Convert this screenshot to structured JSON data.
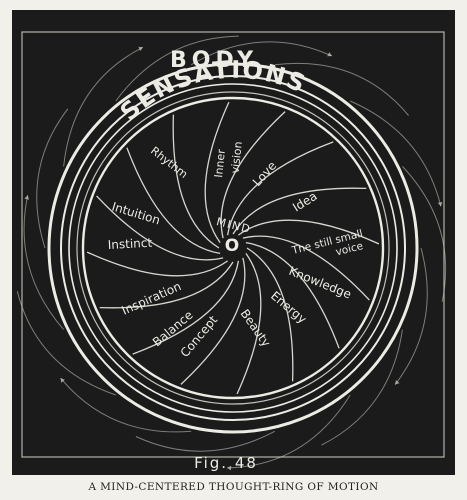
{
  "outer_title_top": "BODY",
  "outer_title_ring": "SENSATIONS",
  "center_label": "MIND",
  "center_mark": "O",
  "rays": [
    {
      "label": "Rhythm"
    },
    {
      "label": "Inner vision"
    },
    {
      "label": "Love"
    },
    {
      "label": "Idea"
    },
    {
      "label": "The still small voice"
    },
    {
      "label": "Knowledge"
    },
    {
      "label": "Energy"
    },
    {
      "label": "Beauty"
    },
    {
      "label": "Concept"
    },
    {
      "label": "Balance"
    },
    {
      "label": "Inspiration"
    },
    {
      "label": "Instinct"
    },
    {
      "label": "Intuition"
    }
  ],
  "figure_number": "Fig. 48",
  "caption": "A MIND-CENTERED THOUGHT-RING OF MOTION",
  "colors": {
    "board": "#1b1b1b",
    "chalk": "#ecebe4",
    "paper": "#f2f0ea"
  }
}
